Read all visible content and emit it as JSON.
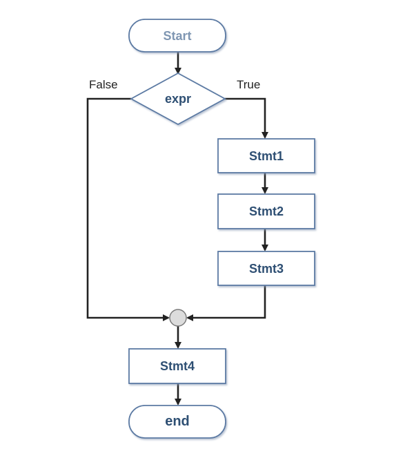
{
  "diagram": {
    "nodes": {
      "start": "Start",
      "decision": "expr",
      "stmt1": "Stmt1",
      "stmt2": "Stmt2",
      "stmt3": "Stmt3",
      "stmt4": "Stmt4",
      "end": "end"
    },
    "branches": {
      "false_label": "False",
      "true_label": "True"
    },
    "colors": {
      "node_border": "#5b7aa3",
      "node_text": "#2e4f73",
      "start_text": "#7f96b2",
      "edge": "#222222",
      "junction_fill": "#dcdcdc"
    }
  }
}
